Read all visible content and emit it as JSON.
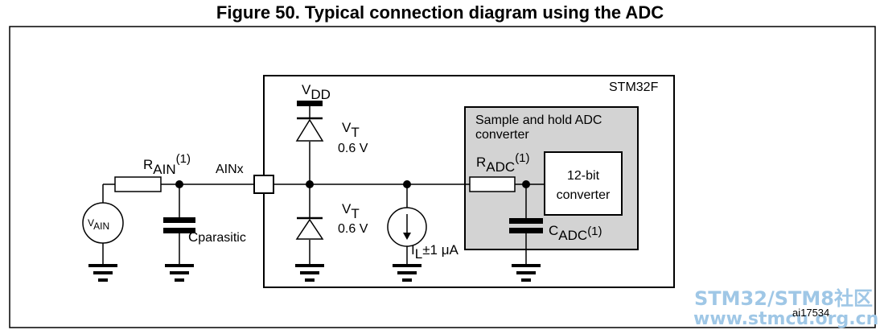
{
  "title": "Figure 50. Typical connection diagram using the ADC",
  "chip_label": "STM32F",
  "adc_box": {
    "line1": "Sample and hold ADC",
    "line2": "converter"
  },
  "converter_box": {
    "line1": "12-bit",
    "line2": "converter"
  },
  "vdd": {
    "main": "V",
    "sub": "DD"
  },
  "vt_top": {
    "main": "V",
    "sub": "T",
    "value": "0.6 V"
  },
  "vt_bottom": {
    "main": "V",
    "sub": "T",
    "value": "0.6 V"
  },
  "rain": {
    "main": "R",
    "sub": "AIN",
    "sup": "(1)"
  },
  "vain": {
    "main": "V",
    "sub": "AIN"
  },
  "cparasitic": {
    "main": "C",
    "sub": "parasitic"
  },
  "ainx": "AINx",
  "il": {
    "main": "I",
    "sub": "L",
    "rest": "±1 μA"
  },
  "radc": {
    "main": "R",
    "sub": "ADC",
    "sup": "(1)"
  },
  "cadc": {
    "main": "C",
    "sub": "ADC",
    "sup": "(1)"
  },
  "ref_code": "ai17534",
  "watermark": {
    "line1": "STM32/STM8社区",
    "line2": "www.stmcu.org.cn"
  },
  "colors": {
    "adc_box_fill": "#d3d3d3",
    "line": "#000000",
    "watermark": "#9fc7e6"
  }
}
